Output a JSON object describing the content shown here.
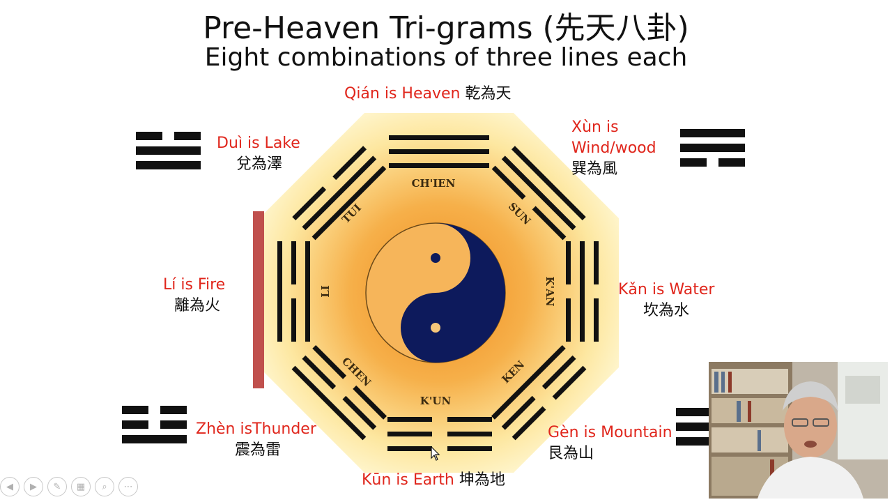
{
  "slide": {
    "title": "Pre-Heaven Tri-grams (先天八卦)",
    "subtitle": "Eight combinations of three lines each"
  },
  "labels": {
    "qian": {
      "en": "Qián is Heaven",
      "zh": "乾為天"
    },
    "dui": {
      "en": "Duì is Lake",
      "zh": "兌為澤"
    },
    "xun": {
      "en1": "Xùn is",
      "en2": "Wind/wood",
      "zh": "巽為風"
    },
    "li": {
      "en": "Lí is Fire",
      "zh": "離為火"
    },
    "kan": {
      "en": "Kǎn is Water",
      "zh": "坎為水"
    },
    "zhen": {
      "en": "Zhèn isThunder",
      "zh": "震為雷"
    },
    "gen": {
      "en": "Gèn is Mountain",
      "zh": "艮為山"
    },
    "kun": {
      "en": "Kūn is Earth",
      "zh": "坤為地"
    }
  },
  "bagua": {
    "chien": "CH'IEN",
    "tui": "TUI",
    "sun": "SUN",
    "li": "LI",
    "kan": "K'AN",
    "chen": "CHEN",
    "ken": "KEN",
    "kun": "K'UN"
  },
  "colors": {
    "label_red": "#e0261c",
    "fire_bar": "#c0504d",
    "yin_navy": "#0d1a5c",
    "glow_orange": "#f3a53a",
    "glow_yellow": "#fff3b0"
  },
  "controls": [
    "prev-icon",
    "next-icon",
    "pen-icon",
    "slides-icon",
    "zoom-icon",
    "more-icon"
  ]
}
